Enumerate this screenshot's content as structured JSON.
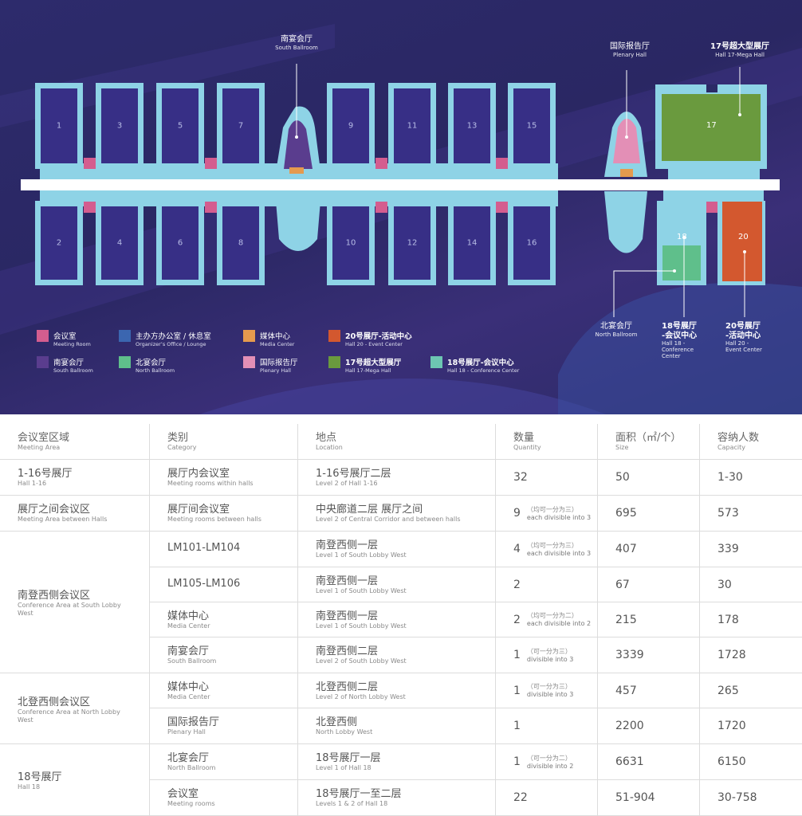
{
  "map": {
    "halls_top": [
      "1",
      "3",
      "5",
      "7",
      "9",
      "11",
      "13",
      "15"
    ],
    "halls_bottom": [
      "2",
      "4",
      "6",
      "8",
      "10",
      "12",
      "14",
      "16"
    ],
    "hall17": "17",
    "hall18": "18",
    "hall20": "20",
    "south_ballroom": {
      "zh": "南宴会厅",
      "en": "South Ballroom"
    },
    "plenary_hall": {
      "zh": "国际报告厅",
      "en": "Plenary Hall"
    },
    "hall17_label": {
      "zh": "17号超大型展厅",
      "en": "Hall 17-Mega Hall"
    },
    "north_ballroom": {
      "zh": "北宴会厅",
      "en": "North Ballroom"
    },
    "hall18_label": {
      "zh": "18号展厅",
      "zh2": "-会议中心",
      "en": "Hall 18 -",
      "en2": "Conference",
      "en3": "Center"
    },
    "hall20_label": {
      "zh": "20号展厅",
      "zh2": "-活动中心",
      "en": "Hall 20 -",
      "en2": "Event Center"
    },
    "colors": {
      "meeting": "#d45d8f",
      "organizer": "#3b66b0",
      "media": "#e59a4e",
      "event": "#d3582f",
      "ballroom": "#5a3d8e",
      "north_ballroom": "#5fbf8b",
      "plenary": "#e38fb6",
      "mega": "#6a9a3e",
      "conference": "#6dc6b2",
      "corridor": "#8ed3e6"
    },
    "legend": [
      {
        "zh": "会议室",
        "en": "Meeting Room",
        "color": "#d45d8f"
      },
      {
        "zh": "主办方办公室 / 休息室",
        "en": "Organizer’s Office / Lounge",
        "color": "#3b66b0"
      },
      {
        "zh": "媒体中心",
        "en": "Media Center",
        "color": "#e59a4e"
      },
      {
        "zh": "20号展厅-活动中心",
        "en": "Hall 20 - Event Center",
        "color": "#d3582f"
      },
      {
        "zh": "南宴会厅",
        "en": "South Ballroom",
        "color": "#5a3d8e"
      },
      {
        "zh": "北宴会厅",
        "en": "North Ballroom",
        "color": "#5fbf8b"
      },
      {
        "zh": "国际报告厅",
        "en": "Plenary Hall",
        "color": "#e38fb6"
      },
      {
        "zh": "17号超大型展厅",
        "en": "Hall 17-Mega Hall",
        "color": "#6a9a3e"
      },
      {
        "zh": "18号展厅-会议中心",
        "en": "Hall 18 - Conference Center",
        "color": "#6dc6b2"
      }
    ]
  },
  "table": {
    "headers": [
      {
        "zh": "会议室区域",
        "en": "Meeting Area"
      },
      {
        "zh": "类别",
        "en": "Category"
      },
      {
        "zh": "地点",
        "en": "Location"
      },
      {
        "zh": "数量",
        "en": "Quantity"
      },
      {
        "zh": "面积（㎡/个）",
        "en": "Size"
      },
      {
        "zh": "容纳人数",
        "en": "Capacity"
      }
    ],
    "areas": [
      {
        "zh": "1-16号展厅",
        "en": "Hall 1-16"
      },
      {
        "zh": "展厅之间会议区",
        "en": "Meeting Area between Halls"
      },
      {
        "zh": "南登西侧会议区",
        "en": "Conference Area at South Lobby",
        "en2": "West"
      },
      {
        "zh": "北登西侧会议区",
        "en": "Conference Area at North Lobby",
        "en2": "West"
      },
      {
        "zh": "18号展厅",
        "en": "Hall 18"
      }
    ],
    "rows": [
      {
        "cat_zh": "展厅内会议室",
        "cat_en": "Meeting rooms within halls",
        "loc_zh": "1-16号展厅二层",
        "loc_en": "Level 2 of Hall 1-16",
        "qty": "32",
        "note_zh": "",
        "note_en": "",
        "size": "50",
        "cap": "1-30"
      },
      {
        "cat_zh": "展厅间会议室",
        "cat_en": "Meeting rooms between  halls",
        "loc_zh": "中央廊道二层 展厅之间",
        "loc_en": "Level 2 of Central Corridor and between halls",
        "qty": "9",
        "note_zh": "（均可一分为三）",
        "note_en": "each divisible into 3",
        "size": "695",
        "cap": "573"
      },
      {
        "cat_zh": "LM101-LM104",
        "cat_en": "",
        "loc_zh": "南登西侧一层",
        "loc_en": "Level 1 of South Lobby West",
        "qty": "4",
        "note_zh": "（均可一分为三）",
        "note_en": "each divisible into 3",
        "size": "407",
        "cap": "339"
      },
      {
        "cat_zh": "LM105-LM106",
        "cat_en": "",
        "loc_zh": "南登西侧一层",
        "loc_en": "Level 1 of South Lobby West",
        "qty": "2",
        "note_zh": "",
        "note_en": "",
        "size": "67",
        "cap": "30"
      },
      {
        "cat_zh": "媒体中心",
        "cat_en": "Media Center",
        "loc_zh": "南登西侧一层",
        "loc_en": "Level 1 of South Lobby West",
        "qty": "2",
        "note_zh": "（均可一分为二）",
        "note_en": "each divisible into 2",
        "size": "215",
        "cap": "178"
      },
      {
        "cat_zh": "南宴会厅",
        "cat_en": "South Ballroom",
        "loc_zh": "南登西侧二层",
        "loc_en": "Level 2 of South Lobby West",
        "qty": "1",
        "note_zh": "（可一分为三）",
        "note_en": "divisible into 3",
        "size": "3339",
        "cap": "1728"
      },
      {
        "cat_zh": "媒体中心",
        "cat_en": "Media Center",
        "loc_zh": "北登西侧二层",
        "loc_en": "Level 2 of North Lobby West",
        "qty": "1",
        "note_zh": "（可一分为三）",
        "note_en": "divisible into 3",
        "size": "457",
        "cap": "265"
      },
      {
        "cat_zh": "国际报告厅",
        "cat_en": "Plenary Hall",
        "loc_zh": "北登西侧",
        "loc_en": "North Lobby West",
        "qty": "1",
        "note_zh": "",
        "note_en": "",
        "size": "2200",
        "cap": "1720"
      },
      {
        "cat_zh": "北宴会厅",
        "cat_en": "North Ballroom",
        "loc_zh": "18号展厅一层",
        "loc_en": "Level 1 of Hall 18",
        "qty": "1",
        "note_zh": "（可一分为二）",
        "note_en": "divisible into 2",
        "size": "6631",
        "cap": "6150"
      },
      {
        "cat_zh": "会议室",
        "cat_en": "Meeting rooms",
        "loc_zh": "18号展厅一至二层",
        "loc_en": "Levels 1 & 2 of Hall 18",
        "qty": "22",
        "note_zh": "",
        "note_en": "",
        "size": "51-904",
        "cap": "30-758"
      }
    ]
  }
}
